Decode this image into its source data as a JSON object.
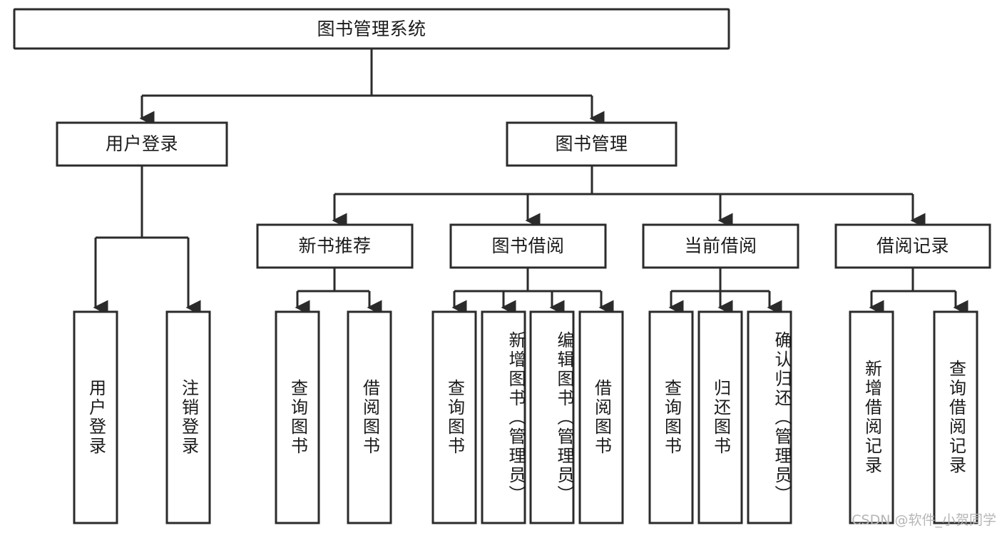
{
  "diagram": {
    "title": "图书管理系统",
    "type": "tree-hierarchy-diagram",
    "colors": {
      "stroke": "#2b2b2b",
      "fill": "#ffffff",
      "text": "#1a1a1a",
      "watermark": "#b6b6b6"
    },
    "levels": {
      "root": {
        "label": "图书管理系统"
      },
      "level2": [
        {
          "label": "用户登录"
        },
        {
          "label": "图书管理"
        }
      ],
      "level3": [
        {
          "label": "新书推荐"
        },
        {
          "label": "图书借阅"
        },
        {
          "label": "当前借阅"
        },
        {
          "label": "借阅记录"
        }
      ],
      "leaves": {
        "user_login": [
          {
            "label": "用户登录"
          },
          {
            "label": "注销登录"
          }
        ],
        "new_book_recommend": [
          {
            "label": "查询图书"
          },
          {
            "label": "借阅图书"
          }
        ],
        "book_borrow": [
          {
            "label": "查询图书"
          },
          {
            "label": "新增图书（管理员）"
          },
          {
            "label": "编辑图书（管理员）"
          },
          {
            "label": "借阅图书"
          }
        ],
        "current_borrow": [
          {
            "label": "查询图书"
          },
          {
            "label": "归还图书"
          },
          {
            "label": "确认归还（管理员）"
          }
        ],
        "borrow_record": [
          {
            "label": "新增借阅记录"
          },
          {
            "label": "查询借阅记录"
          }
        ]
      }
    }
  },
  "watermark": {
    "text": "CSDN @软件_小贺同学"
  }
}
